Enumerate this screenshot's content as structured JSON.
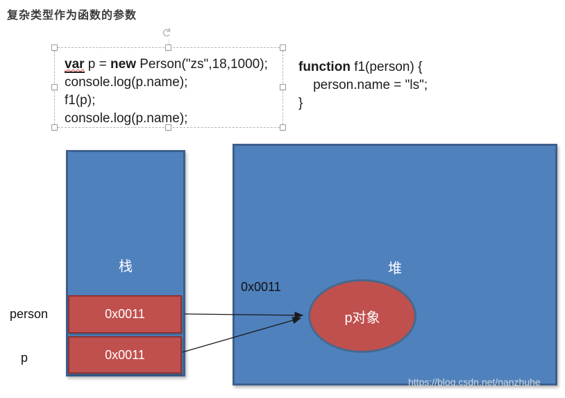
{
  "title": "复杂类型作为函数的参数",
  "editor": {
    "rotate_icon": "↻"
  },
  "code_main": {
    "kw_var": "var",
    "seg_assign": " p = ",
    "kw_new": "new",
    "seg_ctor": " Person(\"zs\",18,1000);",
    "line2": "console.log(p.name);",
    "line3": "f1(p);",
    "line4": "console.log(p.name);"
  },
  "code_fn": {
    "kw_function": "function",
    "seg_signature": " f1(person) {",
    "line2": "    person.name = \"ls\";",
    "line3": "}"
  },
  "memory": {
    "stack": {
      "label": "栈",
      "slots": [
        {
          "name": "person",
          "value": "0x0011"
        },
        {
          "name": "p",
          "value": "0x0011"
        }
      ]
    },
    "heap": {
      "label": "堆",
      "address": "0x0011",
      "object_label": "p对象"
    }
  },
  "watermark": "https://blog.csdn.net/nanzhuhe",
  "colors": {
    "shape_blue": "#4f81bd",
    "shape_blue_border": "#3c5f8d",
    "shape_red": "#c0504d",
    "shape_red_border": "#8f3230",
    "ellipse_border": "#47688e",
    "squiggle": "#d93a36"
  }
}
